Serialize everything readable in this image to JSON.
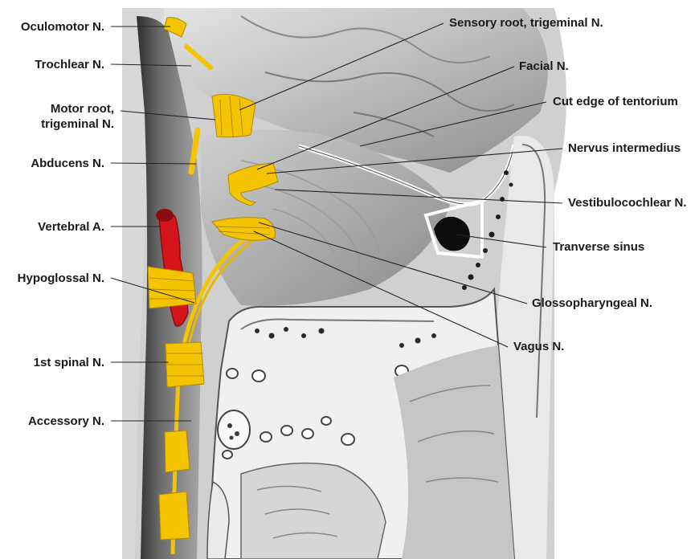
{
  "figure": {
    "colors": {
      "nerve": "#f5c400",
      "nerve_stroke": "#b08a00",
      "artery": "#d4161c",
      "leader": "#222222",
      "tissue_dark": "#3a3a3a",
      "tissue_mid": "#9a9a9a",
      "tissue_light": "#d9d9d9",
      "sinus": "#0d0d0d"
    },
    "labels_left": [
      {
        "id": "oculomotor",
        "text": "Oculomotor N."
      },
      {
        "id": "trochlear",
        "text": "Trochlear N."
      },
      {
        "id": "motor-root-1",
        "text": "Motor root,"
      },
      {
        "id": "motor-root-2",
        "text": "trigeminal N."
      },
      {
        "id": "abducens",
        "text": "Abducens N."
      },
      {
        "id": "vertebral",
        "text": "Vertebral A."
      },
      {
        "id": "hypoglossal",
        "text": "Hypoglossal N."
      },
      {
        "id": "first-spinal",
        "text": "1st spinal N."
      },
      {
        "id": "accessory",
        "text": "Accessory N."
      }
    ],
    "labels_right": [
      {
        "id": "sensory-root",
        "text": "Sensory root, trigeminal N."
      },
      {
        "id": "facial",
        "text": "Facial N."
      },
      {
        "id": "cut-edge",
        "text": "Cut edge of tentorium"
      },
      {
        "id": "nervus-intermedius",
        "text": "Nervus intermedius"
      },
      {
        "id": "vestibulocochlear",
        "text": "Vestibulocochlear N."
      },
      {
        "id": "transverse-sinus",
        "text": "Tranverse sinus"
      },
      {
        "id": "glossopharyngeal",
        "text": "Glossopharyngeal N."
      },
      {
        "id": "vagus",
        "text": "Vagus N."
      }
    ]
  }
}
